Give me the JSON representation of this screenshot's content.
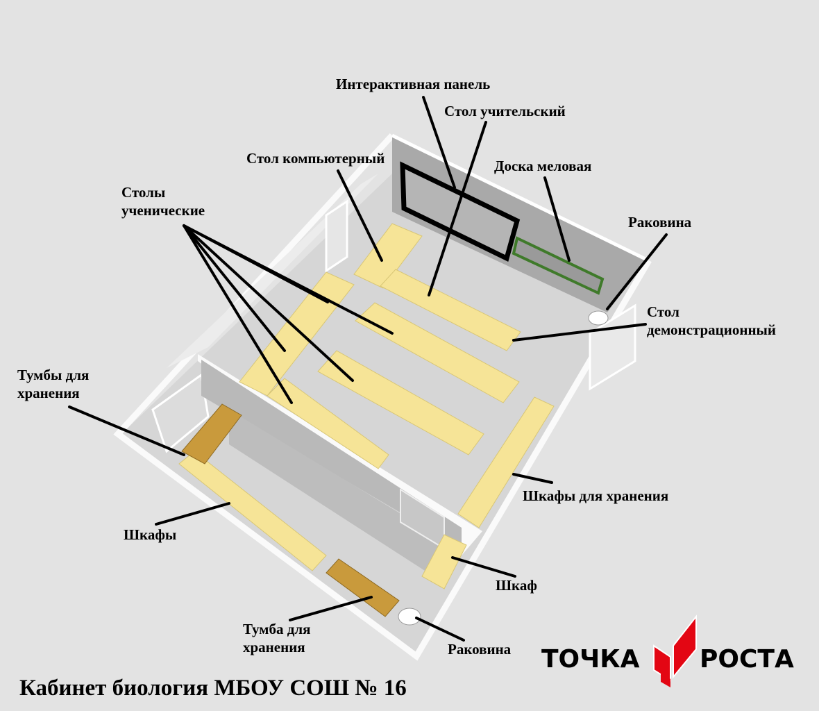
{
  "labels": {
    "interactive_panel": "Интерактивная панель",
    "teacher_desk": "Стол учительский",
    "computer_desk": "Стол компьютерный",
    "chalk_board": "Доска меловая",
    "student_desks_1": "Столы",
    "student_desks_2": "ученические",
    "sink_top": "Раковина",
    "demo_desk_1": "Стол",
    "demo_desk_2": "демонстрационный",
    "storage_units_1": "Тумбы для",
    "storage_units_2": "хранения",
    "storage_cabinets": "Шкафы для хранения",
    "cabinets": "Шкафы",
    "cabinet": "Шкаф",
    "storage_unit_1": "Тумба для",
    "storage_unit_2": "хранения",
    "sink_bottom": "Раковина"
  },
  "title": "Кабинет биология МБОУ СОШ № 16",
  "logo": {
    "left": "ТОЧКА",
    "right": "РОСТА",
    "color": "#e30613"
  }
}
